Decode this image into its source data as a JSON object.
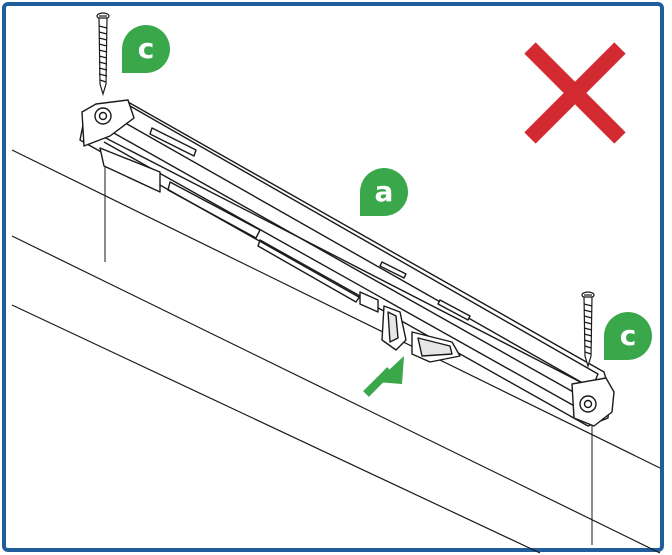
{
  "labels": {
    "badge_top_left": "c",
    "badge_middle": "a",
    "badge_right": "c"
  },
  "colors": {
    "frame": "#1f5e9b",
    "badge": "#3aa84a",
    "cross": "#d32a32",
    "arrow": "#3aa84a",
    "line": "#1a1a1a"
  },
  "icons": {
    "cross": "incorrect-cross-icon",
    "arrow": "push-direction-arrow-icon",
    "screw": "screw-icon"
  }
}
